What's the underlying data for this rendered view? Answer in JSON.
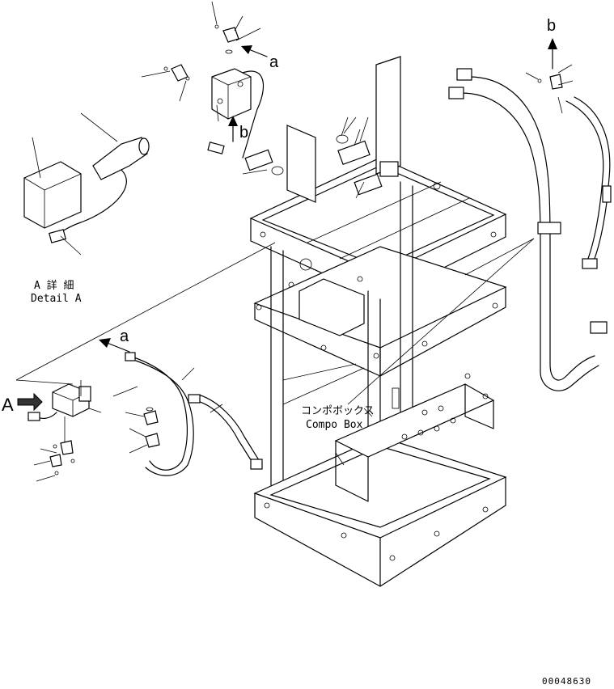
{
  "labels": {
    "detail_jp": "A 詳 細",
    "detail_en": "Detail A",
    "box_jp": "コンポボックス",
    "box_en": "Compo Box",
    "callout_a1": "a",
    "callout_a2": "a",
    "callout_b1": "b",
    "callout_b2": "b",
    "view_A": "A",
    "drawing_code": "00048630"
  }
}
